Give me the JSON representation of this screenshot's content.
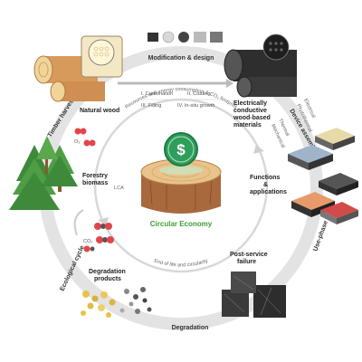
{
  "ring_labels": {
    "modification": "Modification & design",
    "device": "Device assembly",
    "use_phase": "Use-phase",
    "degradation": "Degradation",
    "ecological": "Ecological cycle",
    "timber": "Timber harvesting"
  },
  "nodes": {
    "natural_wood": "Natural wood",
    "conductive": [
      "Electrically",
      "conductive",
      "wood-based",
      "materials"
    ],
    "functions": [
      "Functions",
      "&",
      "applications"
    ],
    "post_service": [
      "Post-service",
      "failure"
    ],
    "degradation_products": [
      "Degradation",
      "products"
    ],
    "forestry": [
      "Forestry",
      "biomass"
    ]
  },
  "methods": {
    "carbonation": "I. Carbonation",
    "coating": "II. Coating",
    "filling": "III. Filling",
    "insitu": "IV. In-situ growth"
  },
  "device_types": [
    "Electrical",
    "Photothermal",
    "Thermal",
    "Mechanical"
  ],
  "inner": {
    "resources": "Resources and energy consumption & CO₂ footprint",
    "end_of_life": "End of life and circularity",
    "lca": "LCA",
    "circular_economy": "Circular Economy",
    "dollar": "$"
  },
  "molecules": {
    "o2": "O₂",
    "co2": "CO₂"
  },
  "colors": {
    "ring": "#e3e3e3",
    "accent_green": "#3f9c35",
    "coin_green": "#2e9e5b",
    "wood": "#a8693d",
    "wood_light": "#e8c38a",
    "red_atom": "#e2454a"
  }
}
